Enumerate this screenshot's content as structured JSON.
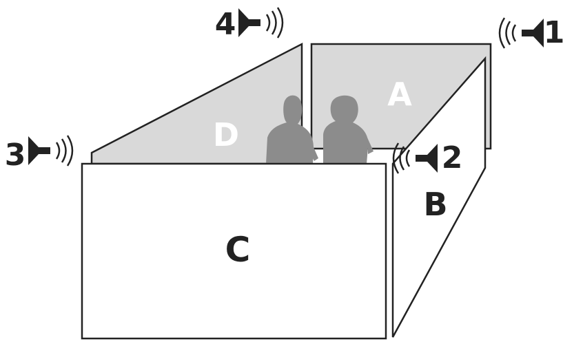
{
  "panels": {
    "a": "A",
    "b": "B",
    "c": "C",
    "d": "D"
  },
  "speakers": {
    "s1": "1",
    "s2": "2",
    "s3": "3",
    "s4": "4"
  },
  "colors": {
    "rear_panel": "#d9d9d9",
    "front_panel": "#ffffff",
    "outline": "#222222",
    "people": "#8c8c8c",
    "label_light": "#ffffff",
    "label_dark": "#222222"
  },
  "icons": {
    "speaker": "loudspeaker-icon",
    "sound_waves": "sound-wave-icon",
    "person": "person-silhouette-icon"
  }
}
